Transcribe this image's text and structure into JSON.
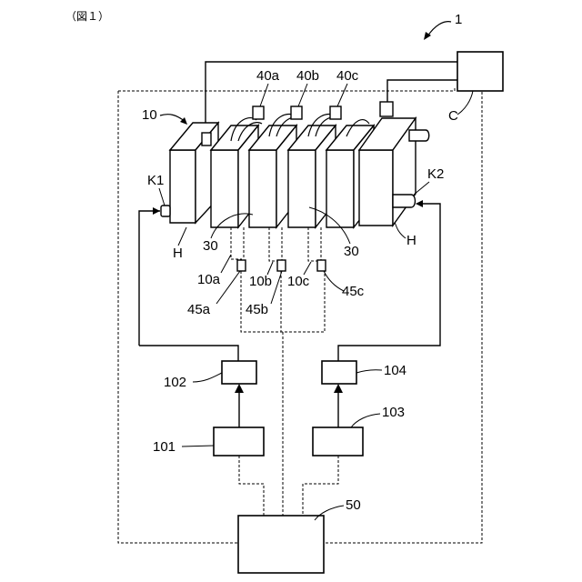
{
  "figure_caption": "（図１）",
  "labels": {
    "system": "1",
    "stack": "10",
    "controller_top": "C",
    "terminal_k1": "K1",
    "terminal_k2": "K2",
    "holder_left": "H",
    "holder_right": "H",
    "separator_left": "30",
    "separator_right": "30",
    "sensor_40a": "40a",
    "sensor_40b": "40b",
    "sensor_40c": "40c",
    "cell_10a": "10a",
    "cell_10b": "10b",
    "cell_10c": "10c",
    "probe_45a": "45a",
    "probe_45b": "45b",
    "probe_45c": "45c",
    "unit_101": "101",
    "unit_102": "102",
    "unit_103": "103",
    "unit_104": "104",
    "control_50": "50"
  }
}
